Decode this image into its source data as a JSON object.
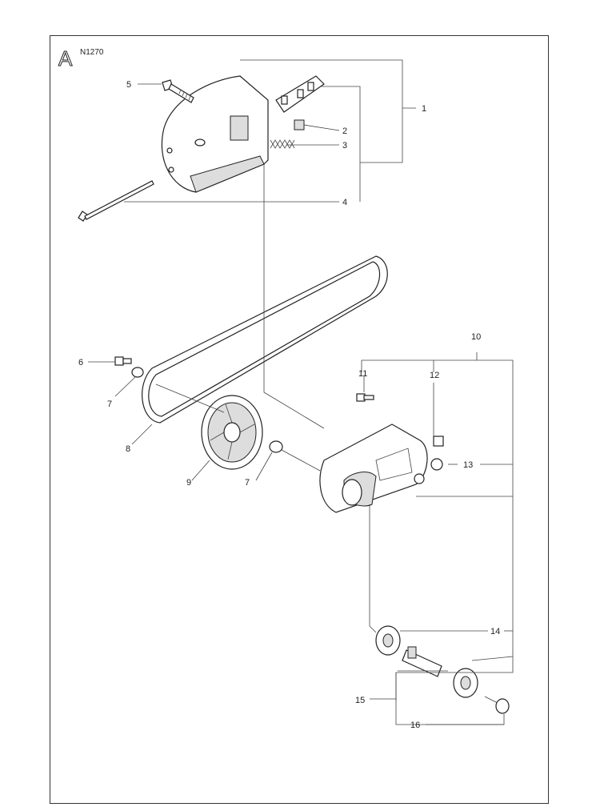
{
  "section_letter": "A",
  "model": "N1270",
  "callouts": [
    "1",
    "2",
    "3",
    "4",
    "5",
    "6",
    "7",
    "8",
    "9",
    "7",
    "10",
    "11",
    "12",
    "13",
    "14",
    "15",
    "16"
  ]
}
